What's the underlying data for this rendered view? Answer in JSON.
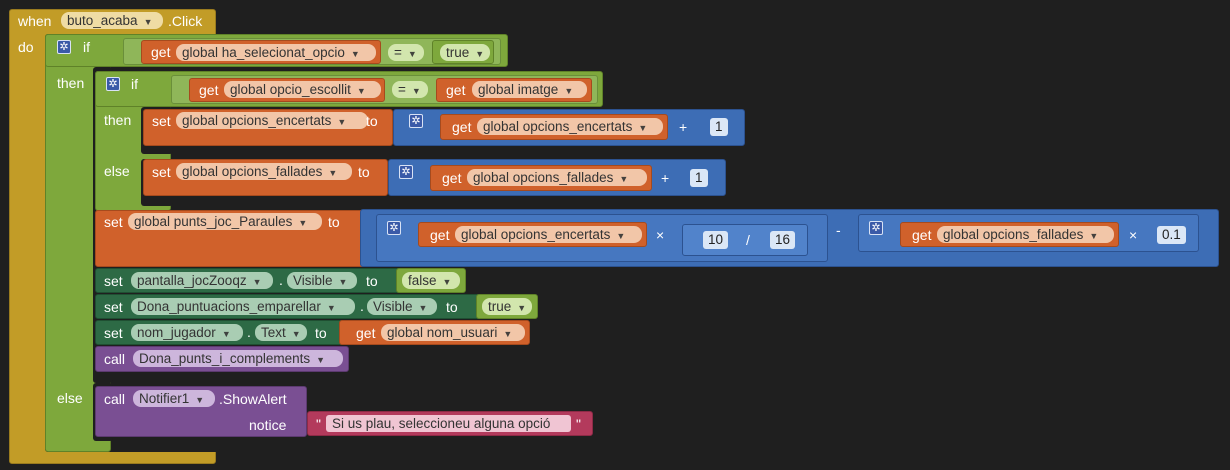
{
  "event": {
    "when": "when",
    "component": "buto_acaba",
    "event_name": ".Click",
    "do": "do"
  },
  "if_outer": {
    "if": "if",
    "cond": {
      "get": "get",
      "var": "global ha_selecionat_opcio",
      "op": "=",
      "value": "true"
    },
    "then": "then",
    "else": "else"
  },
  "if_inner": {
    "if": "if",
    "cond": {
      "get1": "get",
      "var1": "global opcio_escollit",
      "op": "=",
      "get2": "get",
      "var2": "global imatge"
    },
    "then": "then",
    "else": "else",
    "then_set": {
      "set": "set",
      "var": "global opcions_encertats",
      "to": "to",
      "get": "get",
      "get_var": "global opcions_encertats",
      "op": "+",
      "num": "1"
    },
    "else_set": {
      "set": "set",
      "var": "global opcions_fallades",
      "to": "to",
      "get": "get",
      "get_var": "global opcions_fallades",
      "op": "+",
      "num": "1"
    }
  },
  "set_punts": {
    "set": "set",
    "var": "global punts_joc_Paraules",
    "to": "to",
    "get1": "get",
    "var1": "global opcions_encertats",
    "op_mult": "×",
    "num1": "10",
    "op_div": "/",
    "num2": "16",
    "op_minus": "-",
    "get2": "get",
    "var2": "global opcions_fallades",
    "op_mult2": "×",
    "num3": "0.1"
  },
  "set_visible1": {
    "set": "set",
    "component": "pantalla_jocZooqz",
    "prop": "Visible",
    "to": "to",
    "value": "false"
  },
  "set_visible2": {
    "set": "set",
    "component": "Dona_puntuacions_emparellar",
    "prop": "Visible",
    "to": "to",
    "value": "true"
  },
  "set_text": {
    "set": "set",
    "component": "nom_jugador",
    "prop": "Text",
    "to": "to",
    "get": "get",
    "var": "global nom_usuari"
  },
  "call_proc": {
    "call": "call",
    "proc": "Dona_punts_i_complements"
  },
  "call_notifier": {
    "call": "call",
    "component": "Notifier1",
    "method": ".ShowAlert",
    "param": "notice",
    "text": "Si us plau, seleccioneu alguna opció"
  },
  "dot": "."
}
